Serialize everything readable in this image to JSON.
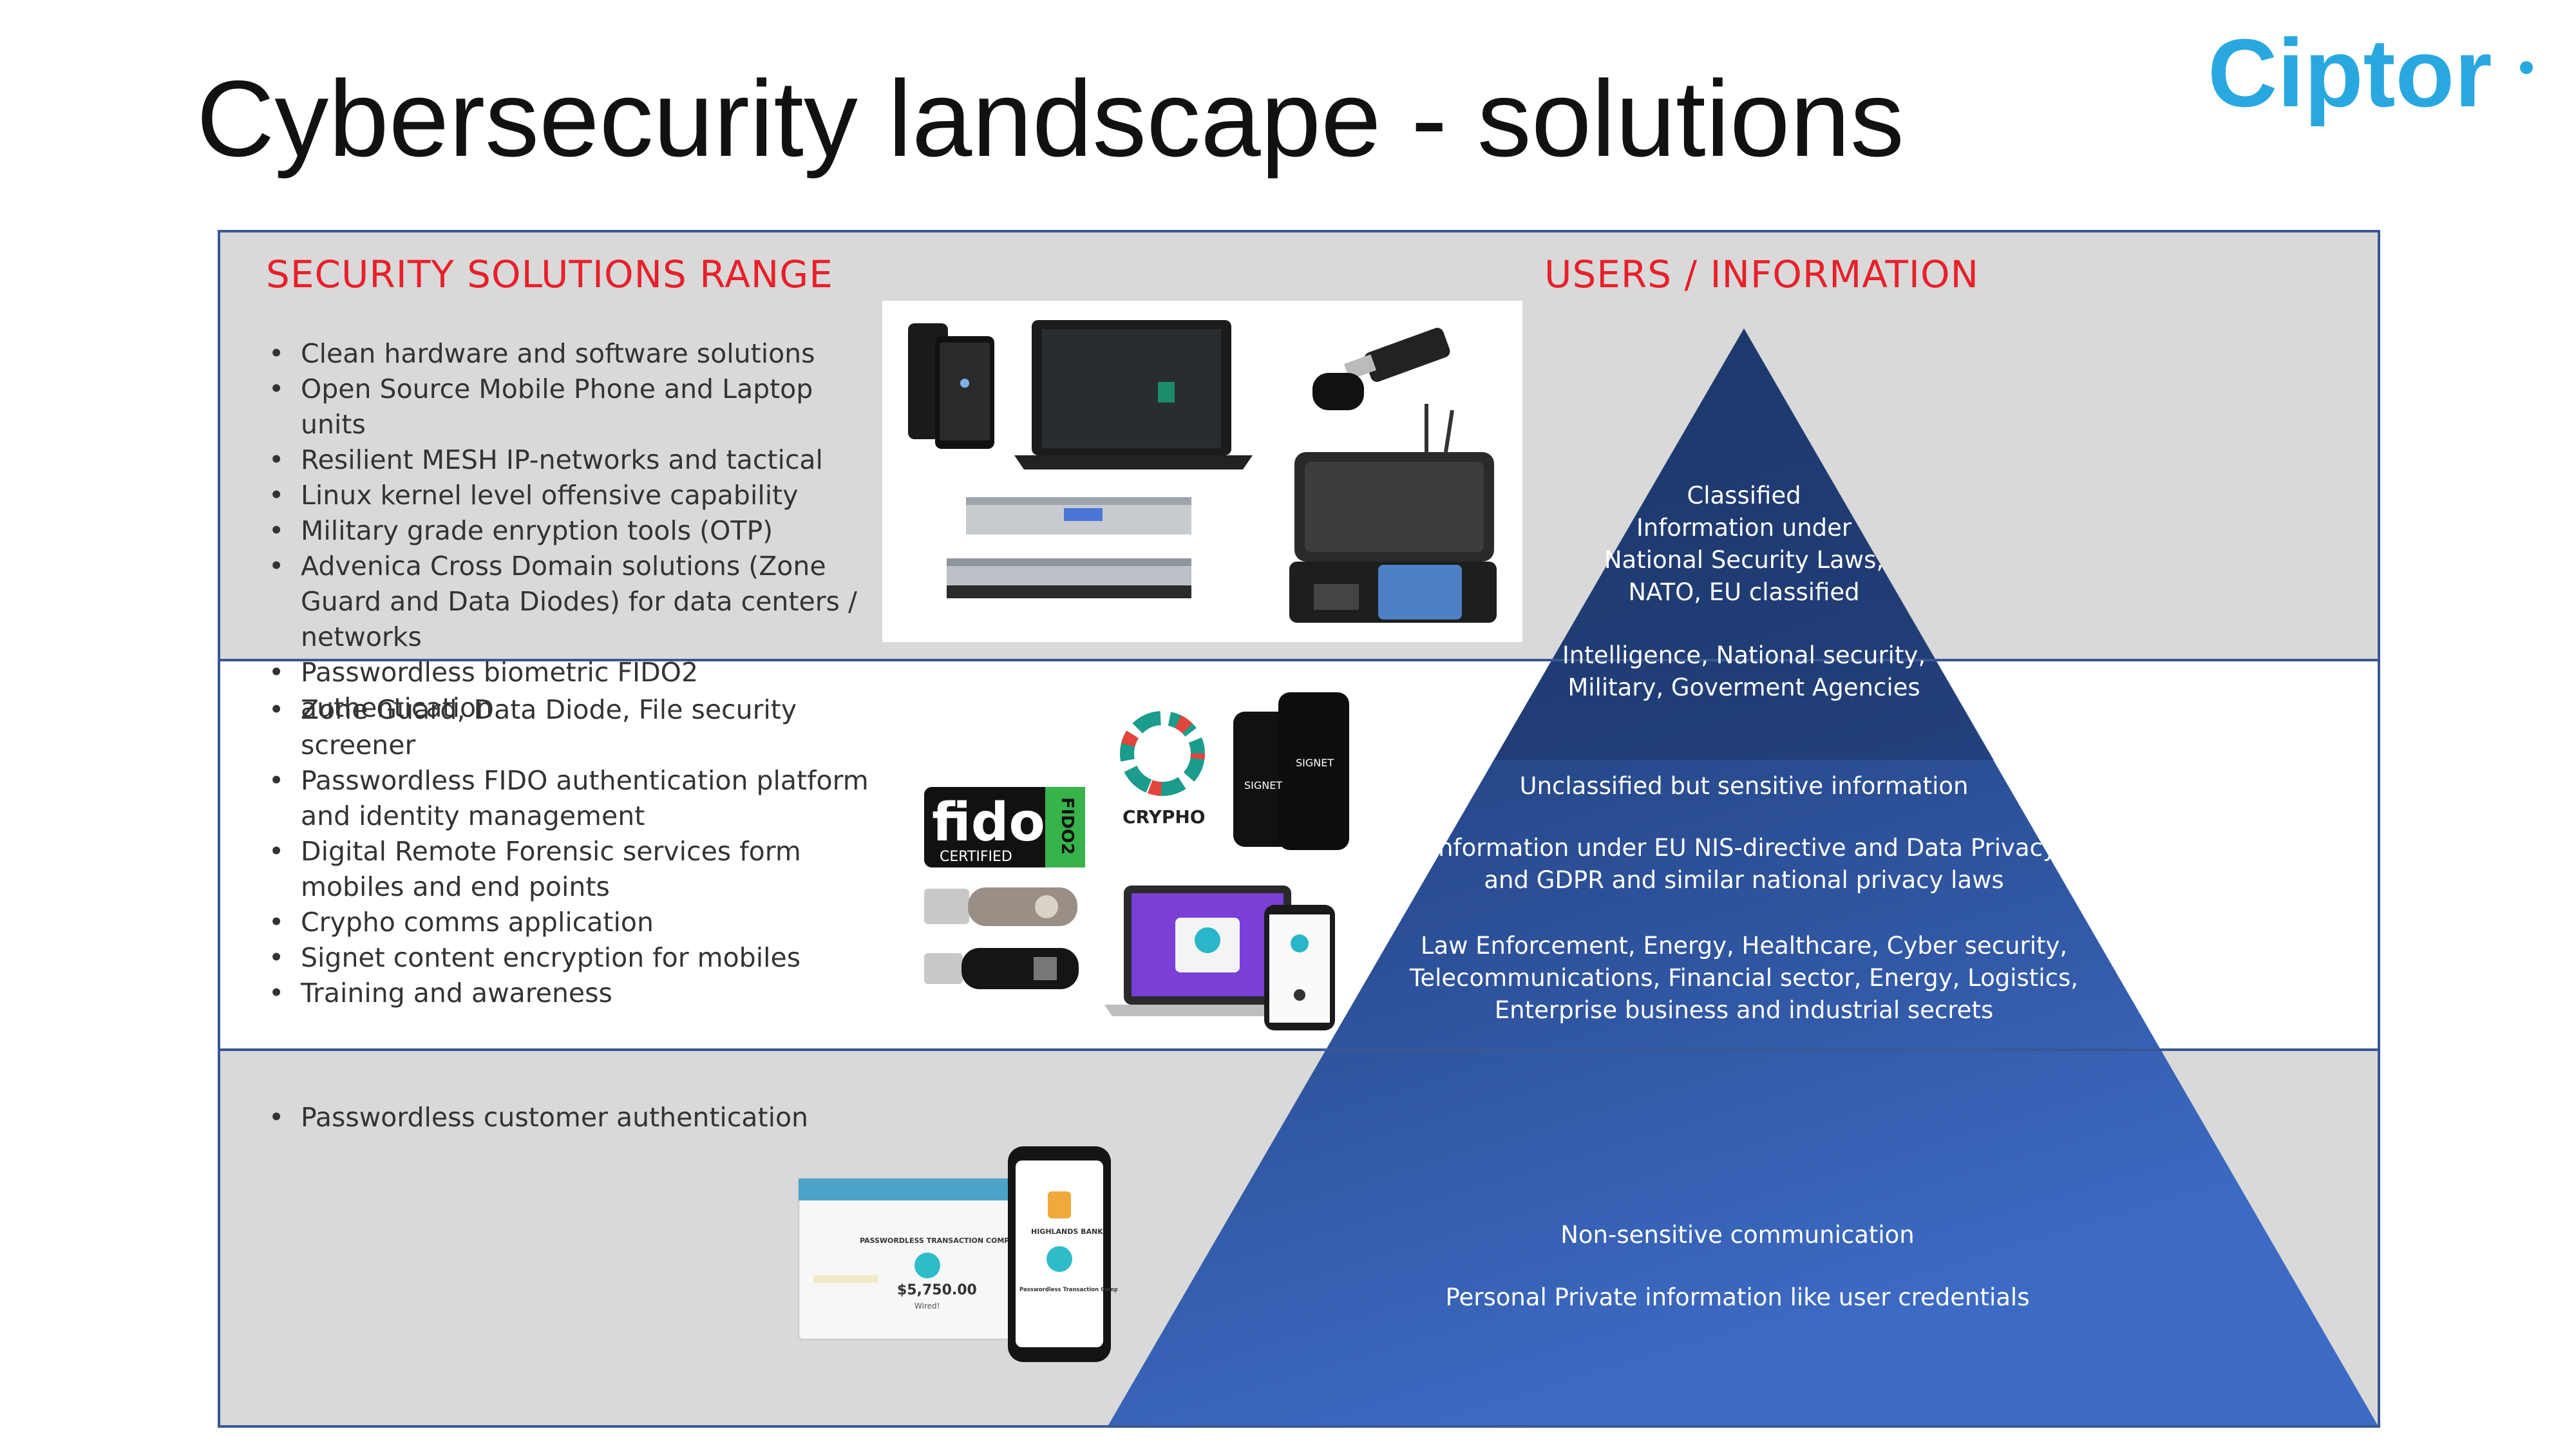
{
  "slide": {
    "title": "Cybersecurity landscape - solutions",
    "logo_text": "Ciptor"
  },
  "colors": {
    "accent_red": "#e8202a",
    "frame_blue": "#3a5795",
    "logo_blue": "#29a8e0",
    "pyramid_top": "#1f3a6e",
    "pyramid_base": "#3d6bc4",
    "band_gray": "#d9d9d9"
  },
  "headings": {
    "left": "SECURITY SOLUTIONS RANGE",
    "right": "USERS / INFORMATION"
  },
  "band1": {
    "bullets": [
      "Clean hardware and software solutions",
      "Open Source Mobile Phone and Laptop units",
      "Resilient MESH IP-networks and tactical",
      "Linux kernel level offensive capability",
      "Military grade enryption tools (OTP)",
      "Advenica Cross Domain solutions (Zone Guard and Data Diodes) for data centers / networks",
      "Passwordless biometric FIDO2 authentication"
    ]
  },
  "band2": {
    "bullets": [
      "Zone Guard, Data Diode, File security screener",
      "Passwordless FIDO authentication platform and identity management",
      "Digital Remote Forensic services form mobiles and end points",
      "Crypho comms application",
      "Signet content encryption for mobiles",
      "Training and awareness"
    ],
    "logos": {
      "fido": "fido",
      "fido_certified": "CERTIFIED",
      "fido2": "FIDO2",
      "crypho": "CRYPHO",
      "signet": "SIGNET"
    }
  },
  "band3": {
    "bullets": [
      "Passwordless customer authentication"
    ],
    "mock": {
      "transaction_title": "PASSWORDLESS TRANSACTION COMPLETED!",
      "amount": "$5,750.00",
      "status": "Wired!",
      "bank": "HIGHLANDS BANK",
      "phone_status": "Passwordless Transaction Completed"
    }
  },
  "pyramid": {
    "top": [
      "Classified",
      "Information under",
      "National  Security Laws,",
      "NATO, EU classified"
    ],
    "top2": [
      "Intelligence, National security,",
      "Military, Goverment Agencies"
    ],
    "mid_head": "Unclassified but sensitive information",
    "mid1": [
      "Information under EU NIS-directive and Data Privacy",
      "and GDPR and similar national privacy laws"
    ],
    "mid2": [
      "Law Enforcement, Energy, Healthcare, Cyber security,",
      "Telecommunications, Financial sector, Energy, Logistics,",
      "Enterprise business and industrial secrets"
    ],
    "bottom1": "Non-sensitive communication",
    "bottom2": "Personal Private information like user credentials"
  }
}
